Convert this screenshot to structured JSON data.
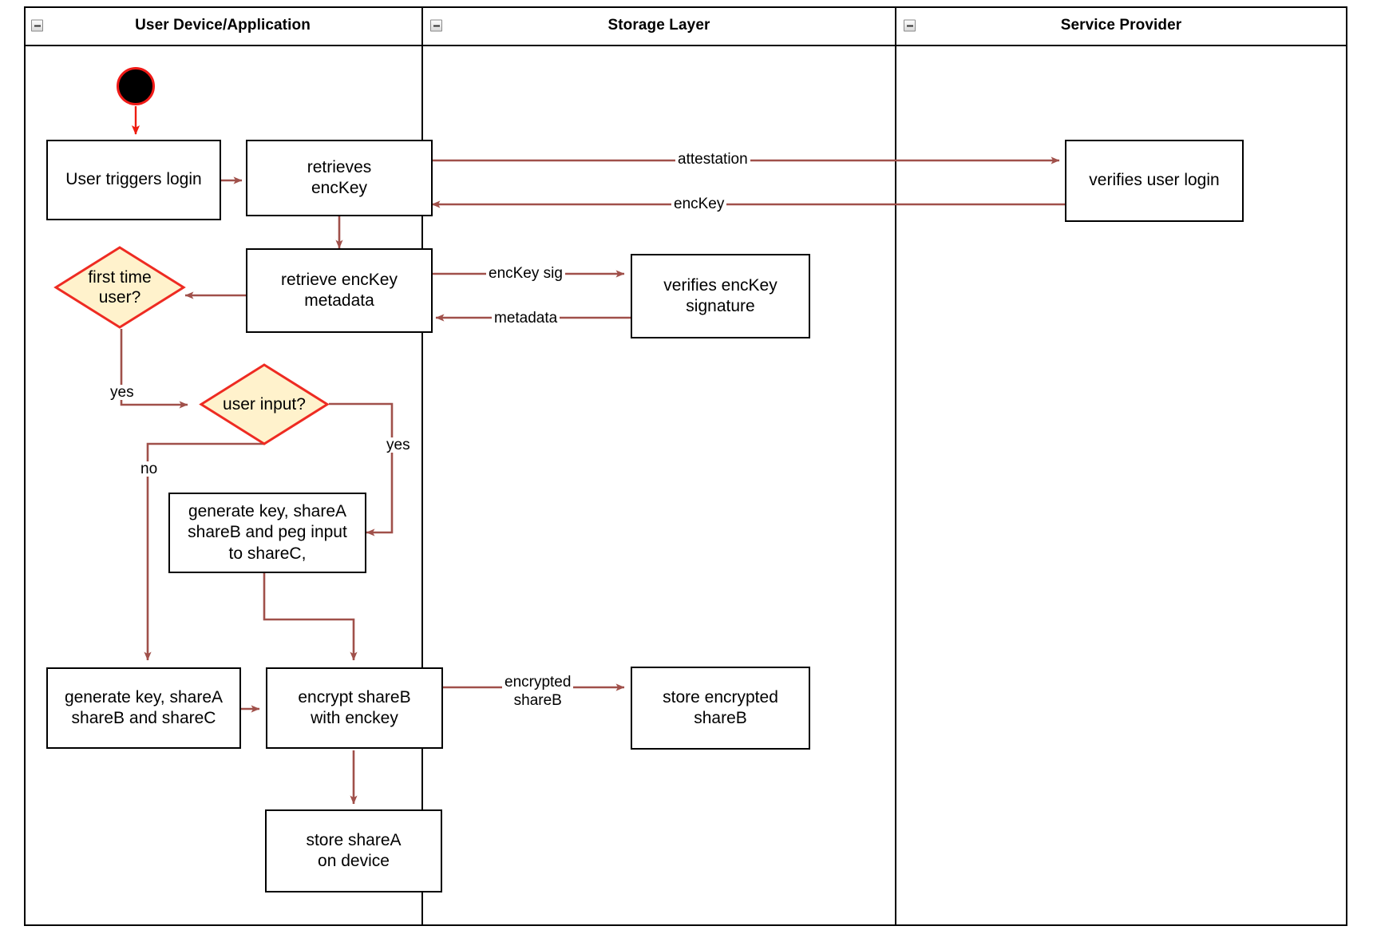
{
  "diagram": {
    "type": "uml-activity-swimlane",
    "colors": {
      "lane_border": "#000000",
      "node_border": "#000000",
      "node_fill": "#ffffff",
      "decision_fill": "#fff2cc",
      "decision_border": "#ee2b22",
      "edge": "#a0504a",
      "start_edge": "#ee1c10",
      "start_fill": "#000000",
      "text": "#000000"
    },
    "lanes": [
      {
        "id": "lane-user-device",
        "title": "User Device/Application",
        "collapse_icon": "minus-box-icon"
      },
      {
        "id": "lane-storage",
        "title": "Storage Layer",
        "collapse_icon": "minus-box-icon"
      },
      {
        "id": "lane-service-provider",
        "title": "Service Provider",
        "collapse_icon": "minus-box-icon"
      }
    ],
    "start_node": {
      "name": "start-node",
      "shape": "filled-circle"
    },
    "nodes": [
      {
        "id": "user-triggers-login",
        "lane": "lane-user-device",
        "label": "User triggers login"
      },
      {
        "id": "retrieves-enckey",
        "lane": "lane-user-device",
        "label": "retrieves\nencKey"
      },
      {
        "id": "verifies-user-login",
        "lane": "lane-service-provider",
        "label": "verifies user login"
      },
      {
        "id": "retrieve-enckey-metadata",
        "lane": "lane-user-device",
        "label": "retrieve encKey\nmetadata"
      },
      {
        "id": "verifies-enckey-signature",
        "lane": "lane-storage",
        "label": "verifies encKey signature"
      },
      {
        "id": "generate-key-peg-input",
        "lane": "lane-user-device",
        "label": "generate key, shareA\nshareB and peg input\nto shareC,"
      },
      {
        "id": "generate-key-sharec",
        "lane": "lane-user-device",
        "label": "generate key, shareA\nshareB and shareC"
      },
      {
        "id": "encrypt-shareb",
        "lane": "lane-user-device",
        "label": "encrypt shareB\nwith enckey"
      },
      {
        "id": "store-encrypted-shareb",
        "lane": "lane-storage",
        "label": "store encrypted\nshareB"
      },
      {
        "id": "store-sharea-on-device",
        "lane": "lane-user-device",
        "label": "store shareA\non device"
      }
    ],
    "decisions": [
      {
        "id": "first-time-user",
        "lane": "lane-user-device",
        "label": "first time\nuser?"
      },
      {
        "id": "user-input",
        "lane": "lane-user-device",
        "label": "user input?"
      }
    ],
    "edge_labels": {
      "attestation": "attestation",
      "enckey": "encKey",
      "enckey_sig": "encKey sig",
      "metadata": "metadata",
      "yes_first_time": "yes",
      "yes_user_input": "yes",
      "no_user_input": "no",
      "encrypted_shareb": "encrypted\nshareB"
    }
  }
}
